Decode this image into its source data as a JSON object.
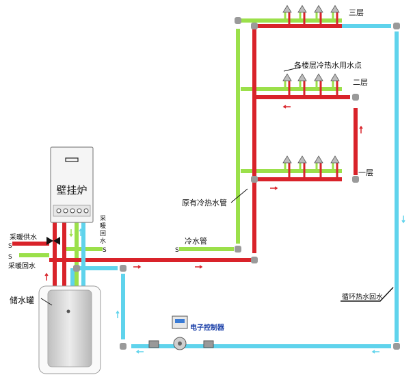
{
  "colors": {
    "hot": "#d9232a",
    "cold": "#9be04a",
    "return": "#5fd3ec",
    "elbow": "#9a9a9a",
    "boiler": "#f4f4f4",
    "tank": "#d6d6d6"
  },
  "labels": {
    "floor3": "三层",
    "floor2": "二层",
    "floor1": "一层",
    "fixtures": "各楼层冷热水用水点",
    "existing_pipes": "原有冷热水管",
    "cold_pipe": "冷水管",
    "boiler": "壁挂炉",
    "heating_supply": "采暖供水",
    "heating_return": "采暖回水",
    "heating_return_v": "采暖回水",
    "tank": "储水罐",
    "recirc_return": "循环热水回水",
    "controller": "电子控制器",
    "s_mark": "S"
  }
}
